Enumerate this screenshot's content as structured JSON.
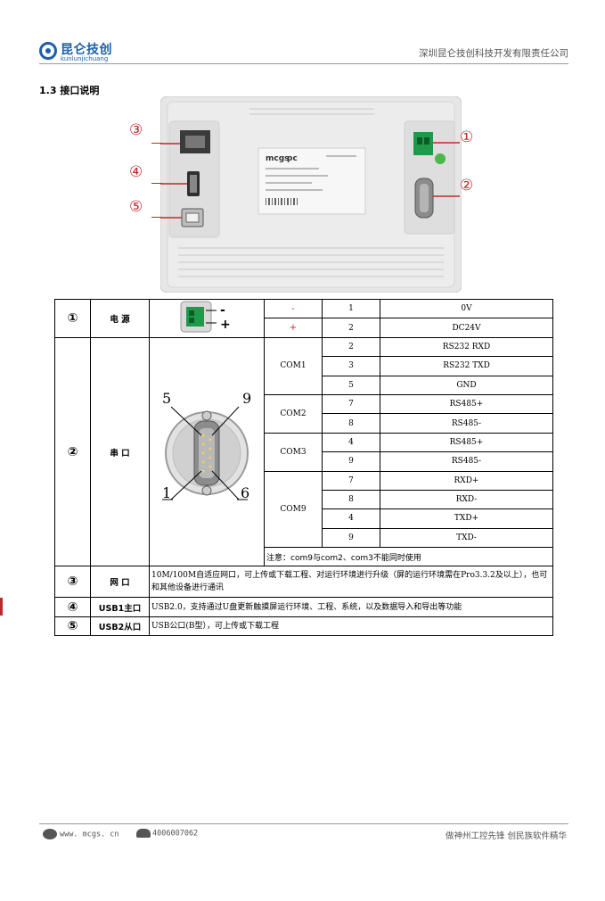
{
  "header": {
    "logo_cn": "昆仑技创",
    "logo_en": "kunlunjichuang",
    "company": "深圳昆仑技创科技开发有限责任公司"
  },
  "section": {
    "title": "1.3  接口说明"
  },
  "figure": {
    "callouts": [
      "③",
      "④",
      "⑤",
      "①",
      "②"
    ],
    "label_brand": "mcgs",
    "label_brand_suffix": "pc"
  },
  "table": {
    "power": {
      "num": "①",
      "name": "电  源",
      "minus": "-",
      "plus": "+",
      "rows": [
        {
          "sign": "-",
          "pin": "1",
          "func": "0V"
        },
        {
          "sign": "+",
          "pin": "2",
          "func": "DC24V"
        }
      ]
    },
    "serial": {
      "num": "②",
      "name": "串  口",
      "pin_labels": [
        "5",
        "9",
        "1",
        "6"
      ],
      "groups": [
        {
          "com": "COM1",
          "rows": [
            {
              "pin": "2",
              "func": "RS232 RXD"
            },
            {
              "pin": "3",
              "func": "RS232 TXD"
            },
            {
              "pin": "5",
              "func": "GND"
            }
          ]
        },
        {
          "com": "COM2",
          "rows": [
            {
              "pin": "7",
              "func": "RS485+"
            },
            {
              "pin": "8",
              "func": "RS485-"
            }
          ]
        },
        {
          "com": "COM3",
          "rows": [
            {
              "pin": "4",
              "func": "RS485+"
            },
            {
              "pin": "9",
              "func": "RS485-"
            }
          ]
        },
        {
          "com": "COM9",
          "rows": [
            {
              "pin": "7",
              "func": "RXD+"
            },
            {
              "pin": "8",
              "func": "RXD-"
            },
            {
              "pin": "4",
              "func": "TXD+"
            },
            {
              "pin": "9",
              "func": "TXD-"
            }
          ]
        }
      ],
      "note": "注意：com9与com2、com3不能同时使用"
    },
    "network": {
      "num": "③",
      "name": "网  口",
      "desc": "10M/100M自适应网口，可上传或下载工程、对运行环境进行升级（屏的运行环境需在Pro3.3.2及以上），也可和其他设备进行通讯"
    },
    "usb1": {
      "num": "④",
      "name": "USB1主口",
      "desc": "USB2.0，支持通过U盘更新触摸屏运行环境、工程、系统，以及数据导入和导出等功能"
    },
    "usb2": {
      "num": "⑤",
      "name": "USB2从口",
      "desc": "USB公口(B型），可上传或下载工程"
    }
  },
  "footer": {
    "website": "www. mcgs. cn",
    "phone": "4006007062",
    "slogan": "做神州工控先锋 创民族软件精华"
  }
}
